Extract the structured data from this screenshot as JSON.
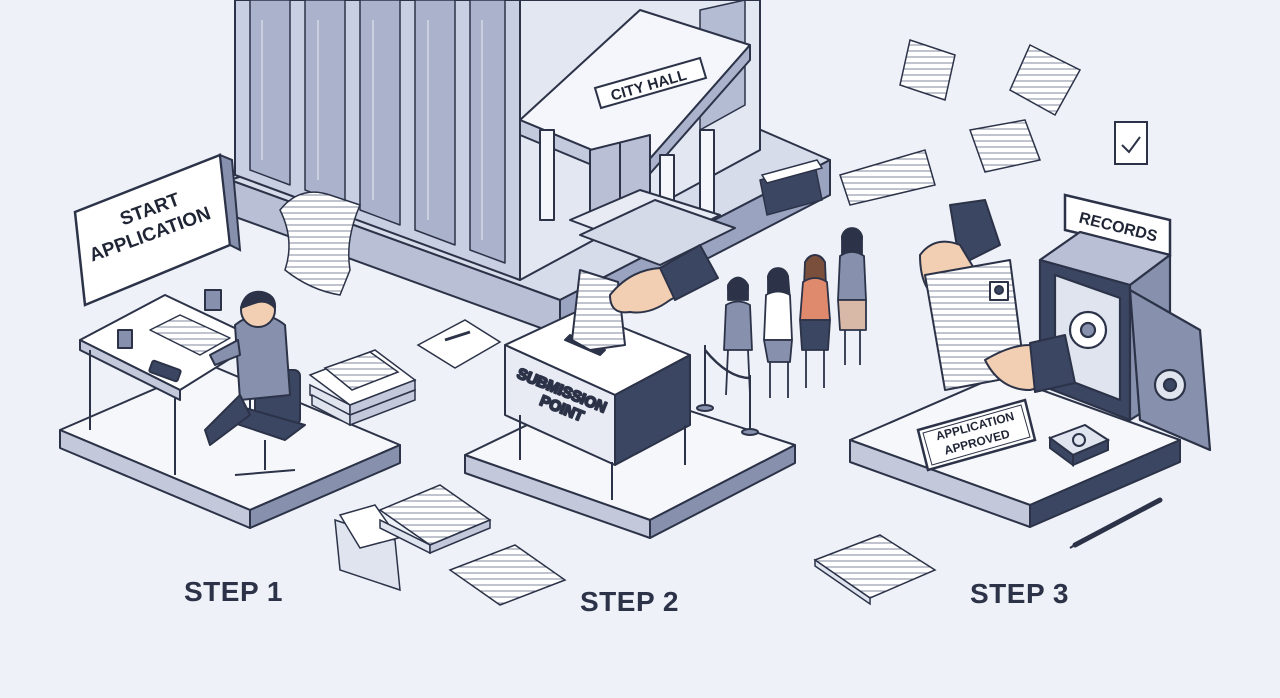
{
  "building": {
    "sign": "CITY HALL"
  },
  "step1": {
    "sign_line1": "START",
    "sign_line2": "APPLICATION",
    "label": "STEP 1"
  },
  "step2": {
    "box_line1": "SUBMISSION",
    "box_line2": "POINT",
    "label": "STEP 2"
  },
  "step3": {
    "stamp_line1": "APPLICATION",
    "stamp_line2": "APPROVED",
    "records_sign": "RECORDS",
    "label": "STEP 3"
  },
  "colors": {
    "background": "#eef1f7",
    "outline": "#2c3348",
    "navy": "#3b4663",
    "slate": "#8791ad",
    "light": "#dfe4ef",
    "paper": "#ffffff",
    "skin": "#f2cfb2",
    "accent_coral": "#e08a6d"
  }
}
